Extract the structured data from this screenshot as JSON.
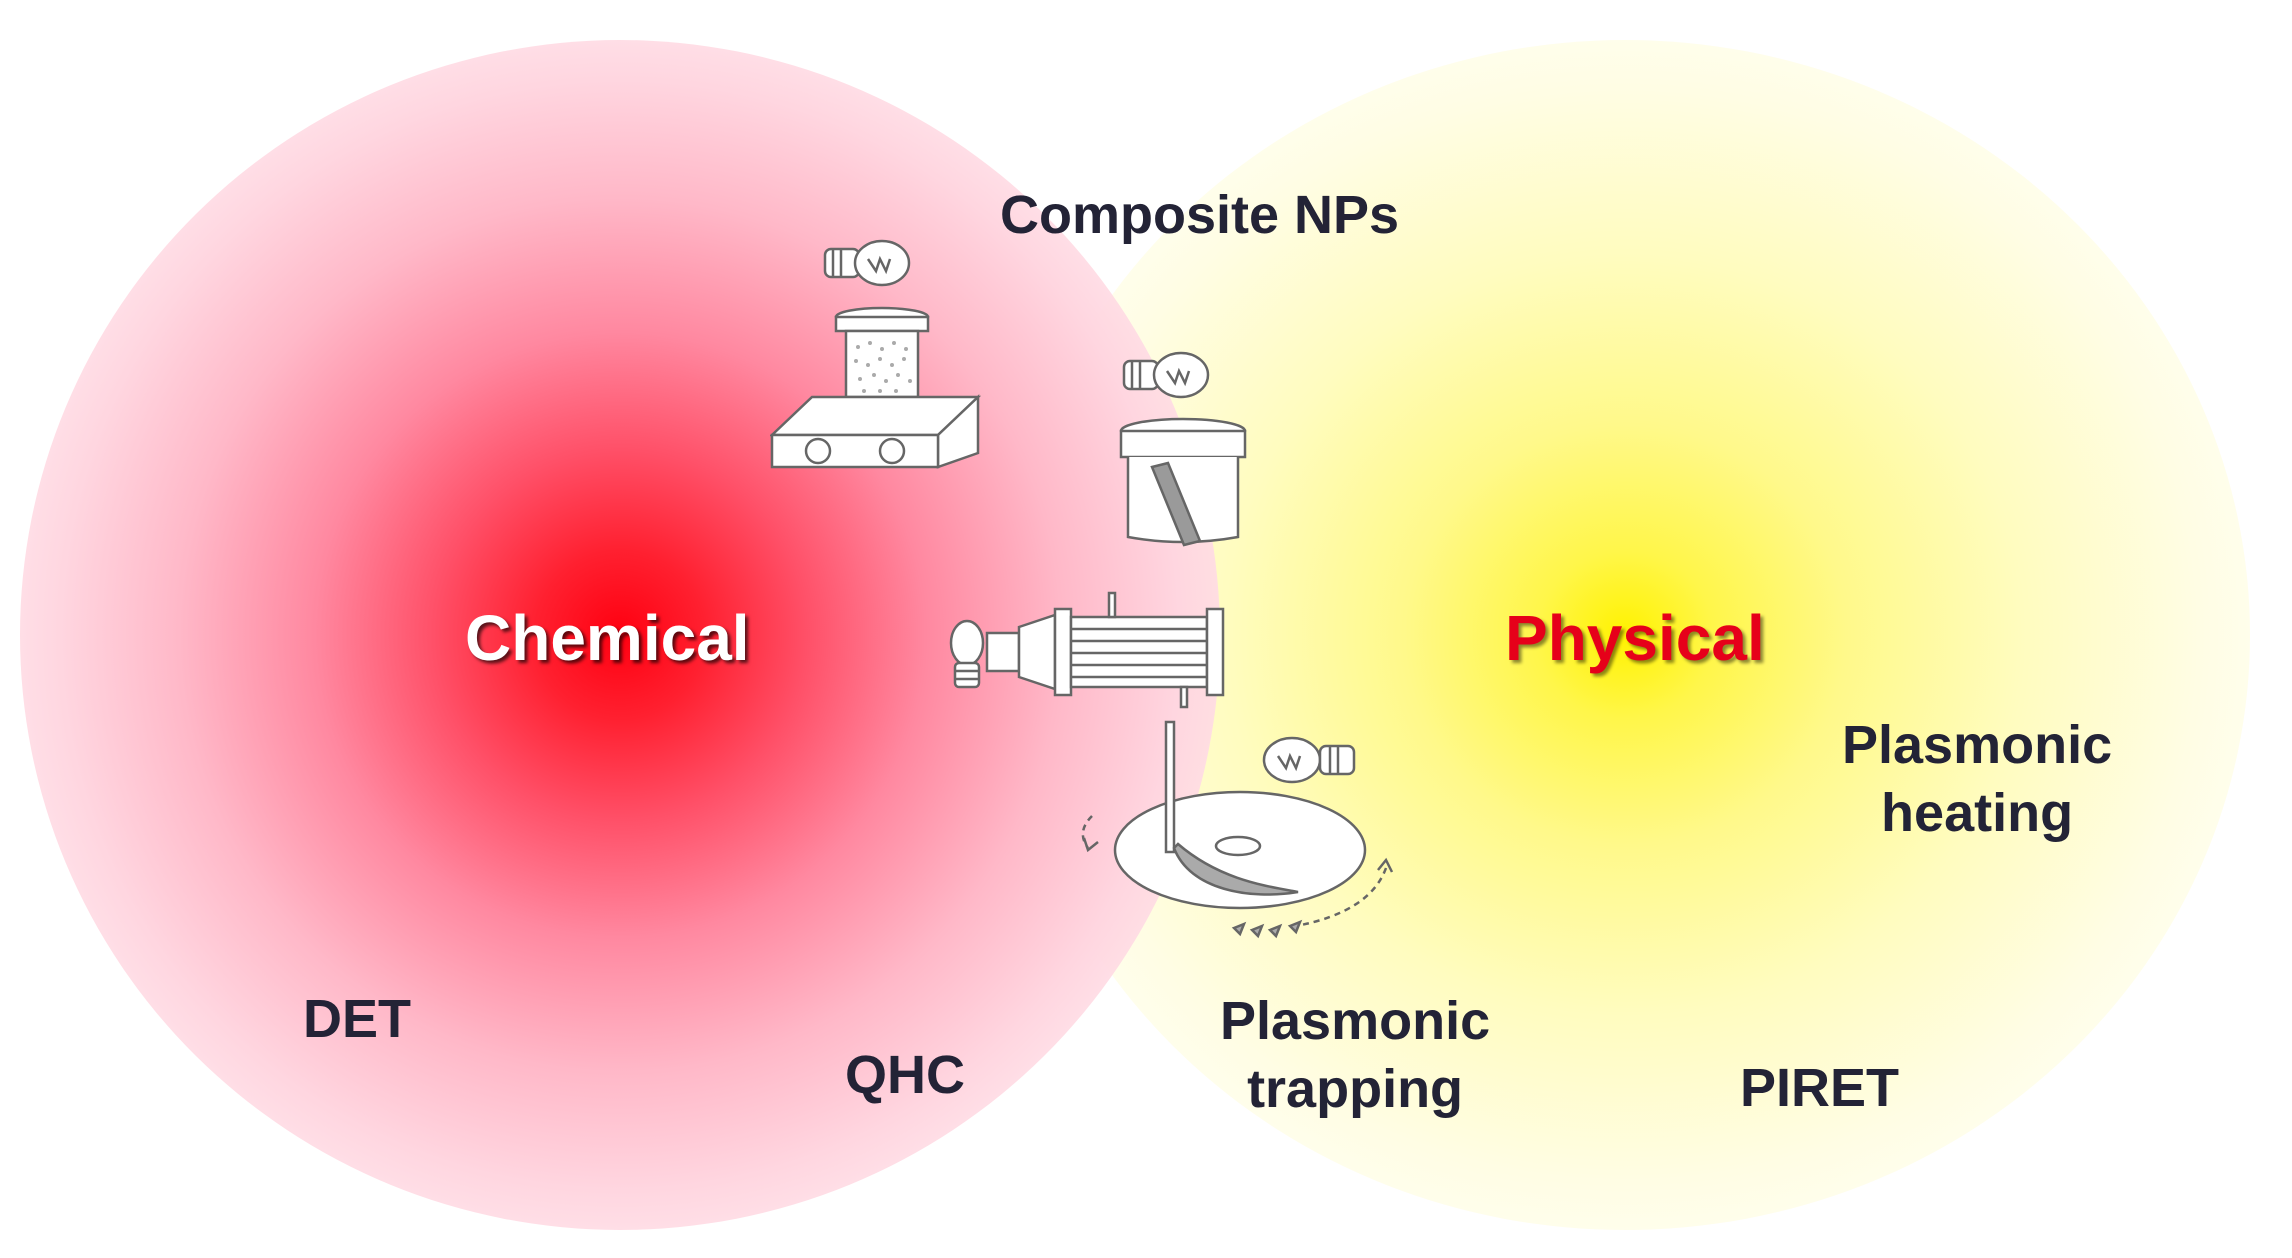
{
  "regions": {
    "chemical": {
      "label": "Chemical",
      "color": "#ff0010"
    },
    "physical": {
      "label": "Physical",
      "color": "#fff200"
    }
  },
  "labels": {
    "composite": "Composite NPs",
    "plasmonic_heating_line1": "Plasmonic",
    "plasmonic_heating_line2": "heating",
    "det": "DET",
    "qhc": "QHC",
    "plasmonic_trapping_line1": "Plasmonic",
    "plasmonic_trapping_line2": "trapping",
    "piret": "PIRET"
  },
  "text_colors": {
    "dark": "#232336",
    "physical_text": "#e6001a"
  },
  "icons": [
    "light-bulb-icon",
    "hotplate-stirrer-icon",
    "beaker-with-slide-icon",
    "tube-reactor-icon",
    "spin-coater-icon"
  ]
}
